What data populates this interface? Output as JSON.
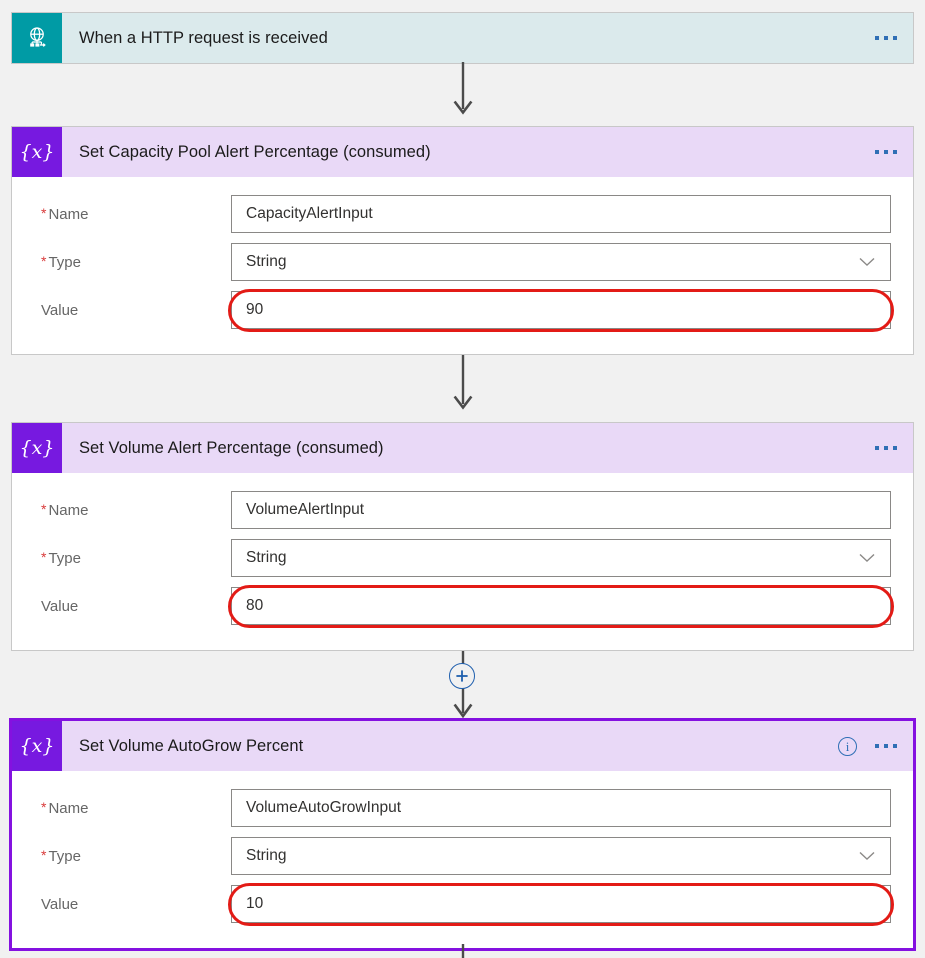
{
  "app": {
    "surface": "logic-app-designer",
    "background_color": "#f1f1f1"
  },
  "colors": {
    "trigger_header": "#dbeaec",
    "trigger_icon": "#009ba5",
    "action_header": "#e9d9f7",
    "action_icon": "#7719e0",
    "selection_border": "#8411e0",
    "annotation_red": "#e31b16",
    "accent_blue": "#2f6fb5",
    "required_asterisk": "#d93a3a"
  },
  "cards": [
    {
      "id": "http-trigger",
      "title": "When a HTTP request is received",
      "icon": "http-request-icon",
      "kind": "trigger",
      "selected": false,
      "has_info": false,
      "menu": "more-commands-ellipsis",
      "fields": []
    },
    {
      "id": "set-capacity-pool-alert-percentage",
      "title": "Set Capacity Pool Alert Percentage (consumed)",
      "icon": "set-variable-icon",
      "icon_glyph": "{x}",
      "kind": "action",
      "selected": false,
      "has_info": false,
      "menu": "more-commands-ellipsis",
      "fields": [
        {
          "label": "Name",
          "required": true,
          "value": "CapacityAlertInput",
          "type": "text",
          "highlighted": false
        },
        {
          "label": "Type",
          "required": true,
          "value": "String",
          "type": "select",
          "highlighted": false
        },
        {
          "label": "Value",
          "required": false,
          "value": "90",
          "type": "text",
          "highlighted": true
        }
      ]
    },
    {
      "id": "set-volume-alert-percentage",
      "title": "Set Volume Alert Percentage (consumed)",
      "icon": "set-variable-icon",
      "icon_glyph": "{x}",
      "kind": "action",
      "selected": false,
      "has_info": false,
      "menu": "more-commands-ellipsis",
      "fields": [
        {
          "label": "Name",
          "required": true,
          "value": "VolumeAlertInput",
          "type": "text",
          "highlighted": false
        },
        {
          "label": "Type",
          "required": true,
          "value": "String",
          "type": "select",
          "highlighted": false
        },
        {
          "label": "Value",
          "required": false,
          "value": "80",
          "type": "text",
          "highlighted": true
        }
      ]
    },
    {
      "id": "set-volume-autogrow-percent",
      "title": "Set Volume AutoGrow Percent",
      "icon": "set-variable-icon",
      "icon_glyph": "{x}",
      "kind": "action",
      "selected": true,
      "has_info": true,
      "info_icon": "info-circle-icon",
      "menu": "more-commands-ellipsis",
      "fields": [
        {
          "label": "Name",
          "required": true,
          "value": "VolumeAutoGrowInput",
          "type": "text",
          "highlighted": false
        },
        {
          "label": "Type",
          "required": true,
          "value": "String",
          "type": "select",
          "highlighted": false
        },
        {
          "label": "Value",
          "required": false,
          "value": "10",
          "type": "text",
          "highlighted": true
        }
      ]
    }
  ],
  "connectors": [
    {
      "id": "connector-1",
      "from": "http-trigger",
      "to": "set-capacity-pool-alert-percentage",
      "has_insert_button": false
    },
    {
      "id": "connector-2",
      "from": "set-capacity-pool-alert-percentage",
      "to": "set-volume-alert-percentage",
      "has_insert_button": false
    },
    {
      "id": "connector-3",
      "from": "set-volume-alert-percentage",
      "to": "set-volume-autogrow-percent",
      "has_insert_button": true,
      "insert_label": "+"
    }
  ],
  "labels": {
    "required_marker": "*",
    "insert_step_label": "+",
    "info_glyph": "i"
  }
}
